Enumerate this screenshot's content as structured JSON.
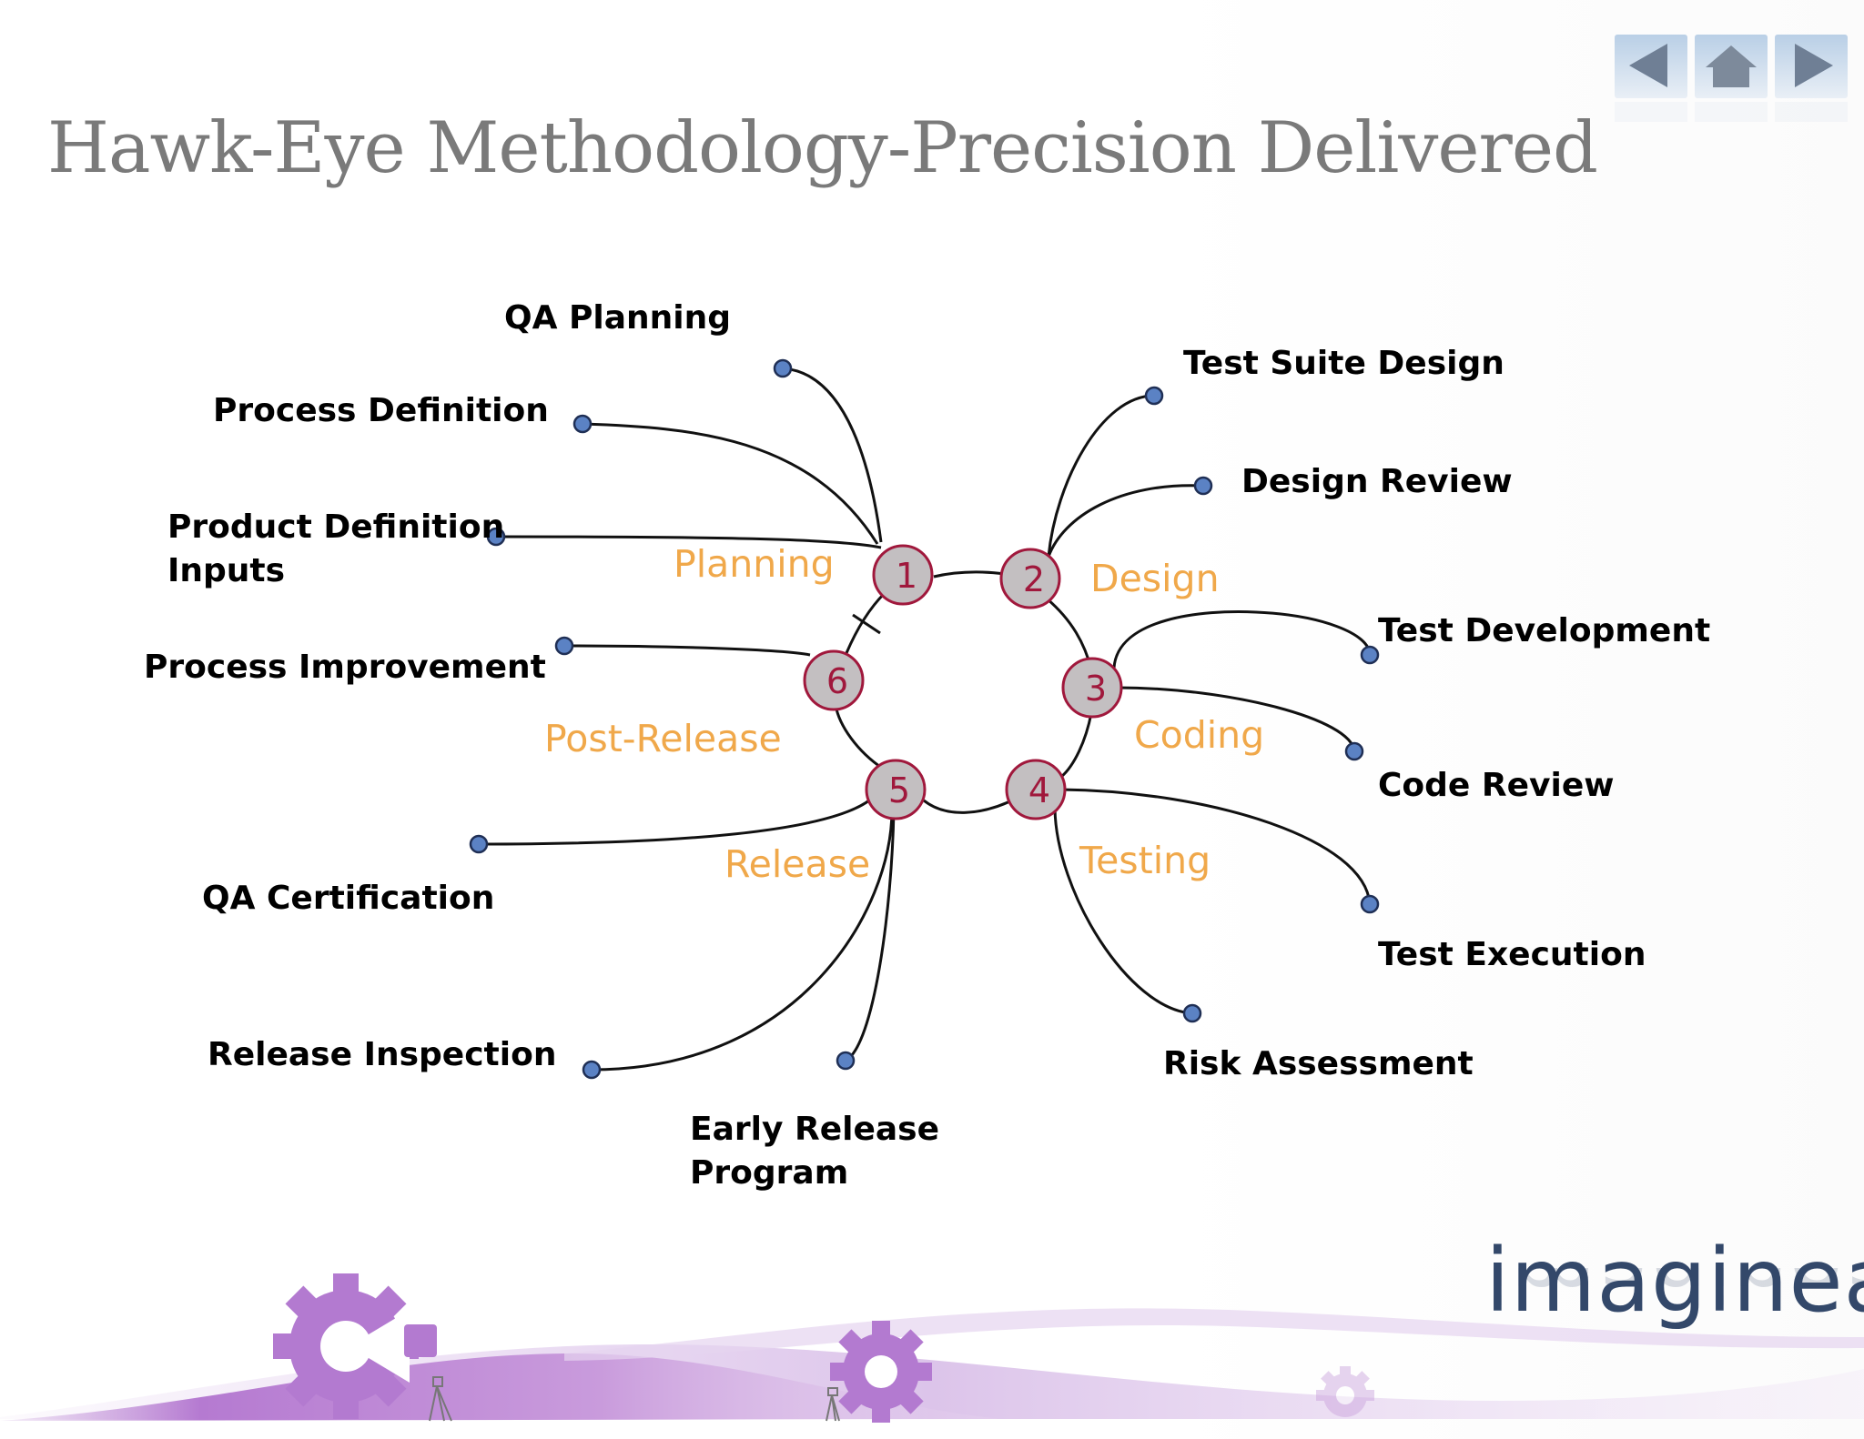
{
  "slide": {
    "title": "Hawk-Eye Methodology-Precision Delivered",
    "logo": "imaginea"
  },
  "nav": {
    "prev_icon": "arrow-left-icon",
    "home_icon": "home-icon",
    "next_icon": "arrow-right-icon"
  },
  "diagram": {
    "phases": [
      {
        "number": "1",
        "label": "Planning"
      },
      {
        "number": "2",
        "label": "Design"
      },
      {
        "number": "3",
        "label": "Coding"
      },
      {
        "number": "4",
        "label": "Testing"
      },
      {
        "number": "5",
        "label": "Release"
      },
      {
        "number": "6",
        "label": "Post-Release"
      }
    ],
    "activities": [
      {
        "label": "QA Planning",
        "phase": "1"
      },
      {
        "label": "Process Definition",
        "phase": "1"
      },
      {
        "label": "Product Definition\nInputs",
        "phase": "1"
      },
      {
        "label": "Test Suite Design",
        "phase": "2"
      },
      {
        "label": "Design Review",
        "phase": "2"
      },
      {
        "label": "Test Development",
        "phase": "3"
      },
      {
        "label": "Code Review",
        "phase": "3"
      },
      {
        "label": "Test Execution",
        "phase": "4"
      },
      {
        "label": "Risk Assessment",
        "phase": "4"
      },
      {
        "label": "QA Certification",
        "phase": "5"
      },
      {
        "label": "Release Inspection",
        "phase": "5"
      },
      {
        "label": "Early Release\nProgram",
        "phase": "5"
      },
      {
        "label": "Process Improvement",
        "phase": "6"
      }
    ]
  },
  "colors": {
    "title": "#7a7a7a",
    "phase_label": "#f0a84a",
    "node_fill": "#c3bfc1",
    "node_border": "#a0183c",
    "node_number": "#a0183c",
    "endpoint": "#5b82c4",
    "decor_purple": "#b57ad1",
    "logo": "#33486a"
  }
}
